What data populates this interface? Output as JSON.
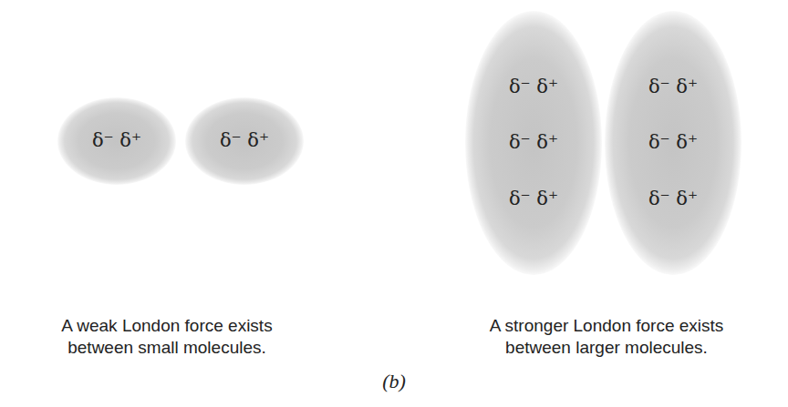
{
  "diagram": {
    "nodes": [
      {
        "text": [
          "δ⁻ δ⁺"
        ]
      },
      {
        "text": [
          "δ⁻ δ⁺"
        ]
      },
      {
        "text": [
          "δ⁻ δ⁺",
          "δ⁻ δ⁺",
          "δ⁻ δ⁺"
        ]
      },
      {
        "text": [
          "δ⁻ δ⁺",
          "δ⁻ δ⁺",
          "δ⁻ δ⁺"
        ]
      }
    ],
    "labels": [
      "A weak London force exists between small molecules.",
      "A stronger London force exists between larger molecules.",
      "(b)"
    ]
  }
}
